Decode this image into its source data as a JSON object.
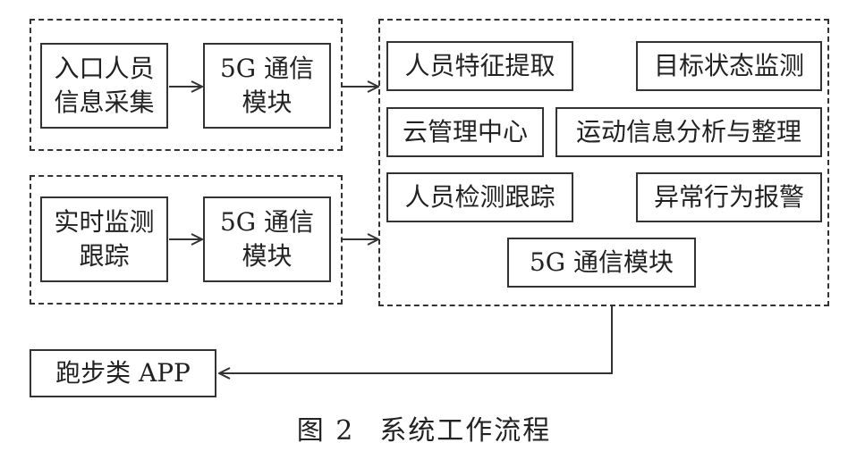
{
  "group1": {
    "entry": [
      "入口人员",
      "信息采集"
    ],
    "comm": [
      "5G 通信",
      "模块"
    ]
  },
  "group2": {
    "monitor": [
      "实时监测",
      "跟踪"
    ],
    "comm": [
      "5G 通信",
      "模块"
    ]
  },
  "cloud": {
    "feature": "人员特征提取",
    "target": "目标状态监测",
    "center": "云管理中心",
    "motion": "运动信息分析与整理",
    "detect": "人员检测跟踪",
    "alarm": "异常行为报警",
    "comm": "5G 通信模块"
  },
  "app": "跑步类 APP",
  "caption": {
    "number": "图 2",
    "title": "系统工作流程"
  }
}
